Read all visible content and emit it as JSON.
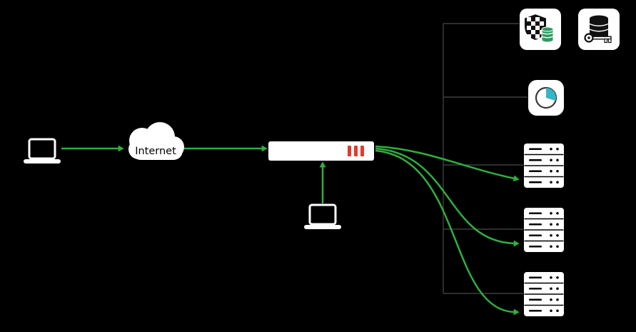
{
  "diagram": {
    "background_color": "#000000",
    "colors": {
      "flow_arrow_green": "#2faf3e",
      "appliance_indicator_red": "#e23b2d",
      "pie_slice_teal": "#34b6c5",
      "database_green": "#2e9b5f",
      "connector_gray": "#4a4a4a",
      "shape_white": "#ffffff",
      "shape_black": "#000000"
    },
    "nodes": {
      "client_laptop": {
        "icon": "laptop-icon"
      },
      "internet_cloud": {
        "icon": "cloud-icon",
        "label": "Internet"
      },
      "appliance": {
        "icon": "appliance-icon"
      },
      "admin_laptop": {
        "icon": "laptop-icon"
      },
      "server_1": {
        "icon": "rack-server-icon"
      },
      "server_2": {
        "icon": "rack-server-icon"
      },
      "server_3": {
        "icon": "rack-server-icon"
      },
      "shield_database_badge": {
        "icon": "shield-database-icon"
      },
      "database_key_badge": {
        "icon": "database-key-icon"
      },
      "pie_chart_badge": {
        "icon": "pie-chart-icon"
      }
    },
    "edges": [
      {
        "from": "client_laptop",
        "to": "internet_cloud",
        "style": "green-arrow"
      },
      {
        "from": "internet_cloud",
        "to": "appliance",
        "style": "green-arrow"
      },
      {
        "from": "admin_laptop",
        "to": "appliance",
        "style": "green-arrow"
      },
      {
        "from": "appliance",
        "to": "server_1",
        "style": "green-curved-arrow"
      },
      {
        "from": "appliance",
        "to": "server_2",
        "style": "green-curved-arrow"
      },
      {
        "from": "appliance",
        "to": "server_3",
        "style": "green-curved-arrow"
      }
    ]
  }
}
